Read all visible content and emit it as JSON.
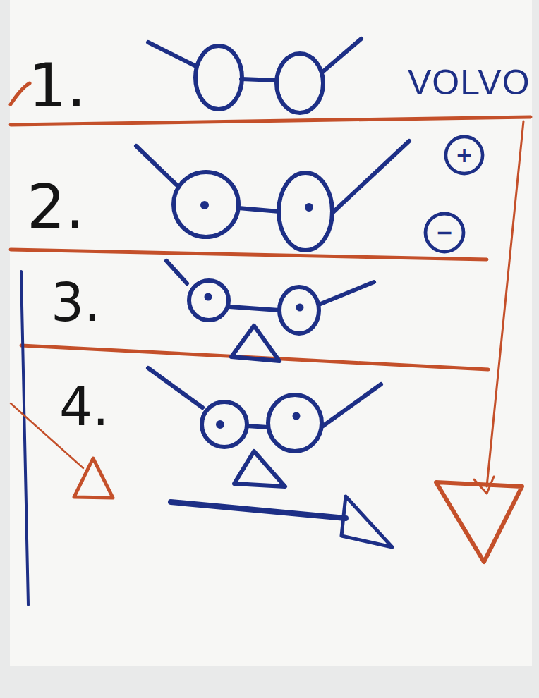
{
  "diagram": {
    "nodes": [
      {
        "text": [
          "+"
        ]
      },
      {
        "text": [
          "−"
        ]
      }
    ],
    "labels": [
      "1.",
      "VOLVO",
      "2.",
      "3.",
      "4."
    ]
  }
}
